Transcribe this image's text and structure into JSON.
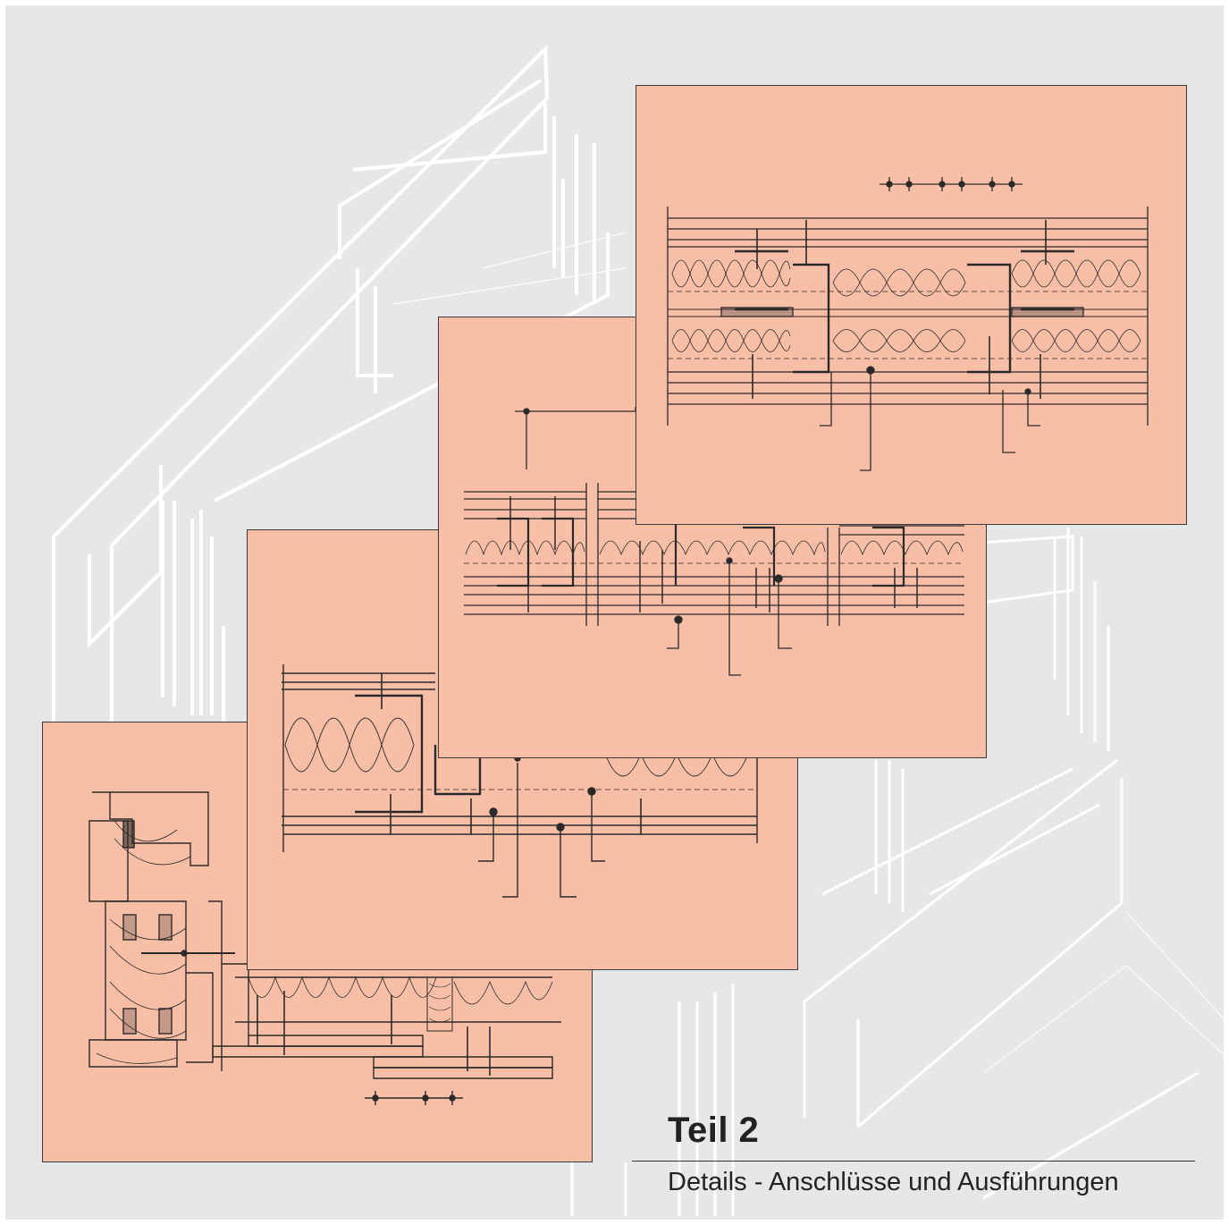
{
  "title": "Teil 2",
  "subtitle": "Details - Anschlüsse und Ausführungen",
  "colors": {
    "background": "#e6e7e8",
    "sheet_fill": "#f9bea6",
    "line": "#2a2a2a",
    "frame": "#ffffff"
  },
  "sheets": [
    {
      "name": "detail-drawing-1",
      "content": "timber window frame connection with steel stud drywall"
    },
    {
      "name": "detail-drawing-2",
      "content": "drywall partition joint with insulation and metal profiles"
    },
    {
      "name": "detail-drawing-3",
      "content": "multiple drywall wall section joints"
    },
    {
      "name": "detail-drawing-4",
      "content": "double-layer insulated drywall wall section"
    }
  ]
}
